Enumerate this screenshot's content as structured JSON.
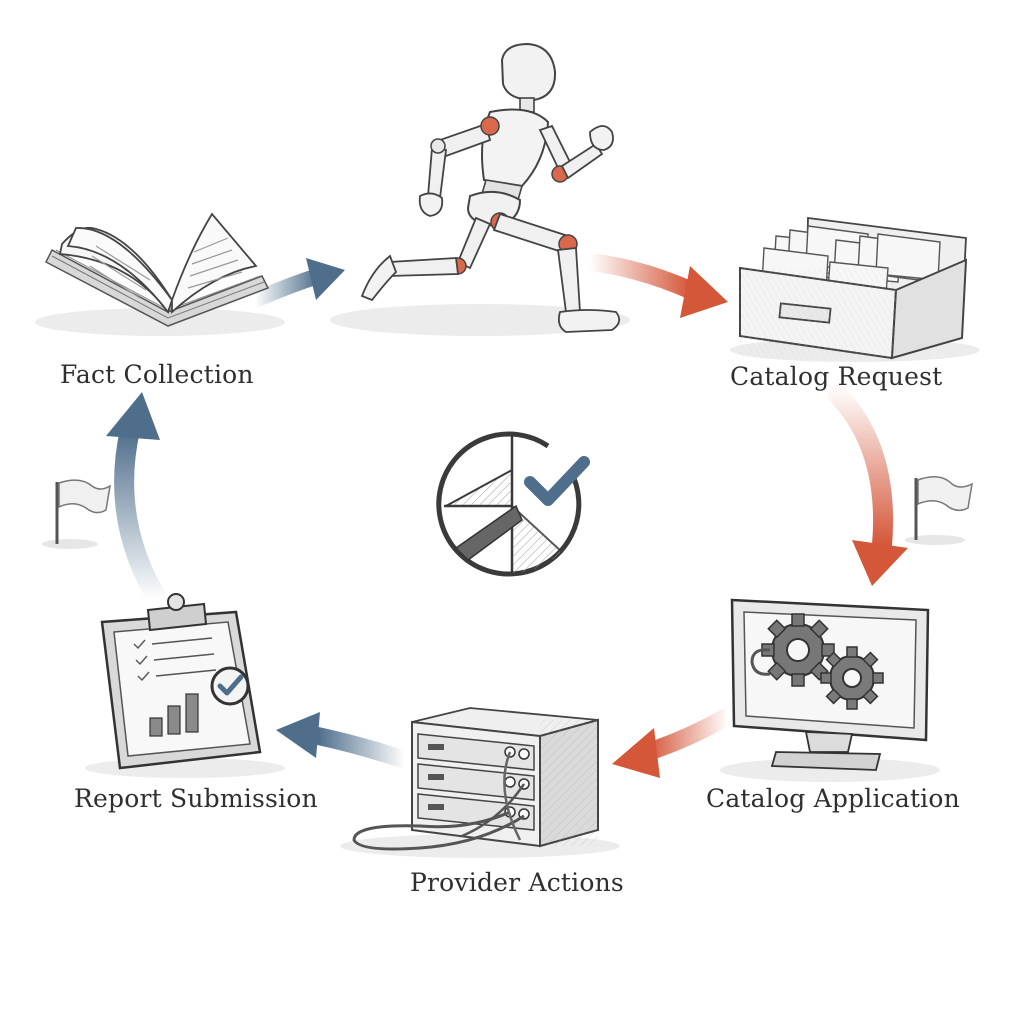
{
  "colors": {
    "ink": "#3a3a3a",
    "blue_arrow": "#4f6e8c",
    "orange_arrow": "#d4573a",
    "joint": "#d9694a",
    "paper": "#f4f4f2"
  },
  "steps": [
    {
      "id": "fact",
      "label": "Fact Collection",
      "icon": "open-book-icon"
    },
    {
      "id": "runner",
      "label": "",
      "icon": "running-mannequin-icon"
    },
    {
      "id": "request",
      "label": "Catalog Request",
      "icon": "file-drawer-icon"
    },
    {
      "id": "application",
      "label": "Catalog Application",
      "icon": "monitor-gears-icon"
    },
    {
      "id": "provider",
      "label": "Provider Actions",
      "icon": "server-rack-icon"
    },
    {
      "id": "report",
      "label": "Report Submission",
      "icon": "clipboard-chart-icon"
    }
  ],
  "center": {
    "icon": "chart-checkmark-icon"
  },
  "flags": [
    "left-flag-icon",
    "right-flag-icon"
  ]
}
